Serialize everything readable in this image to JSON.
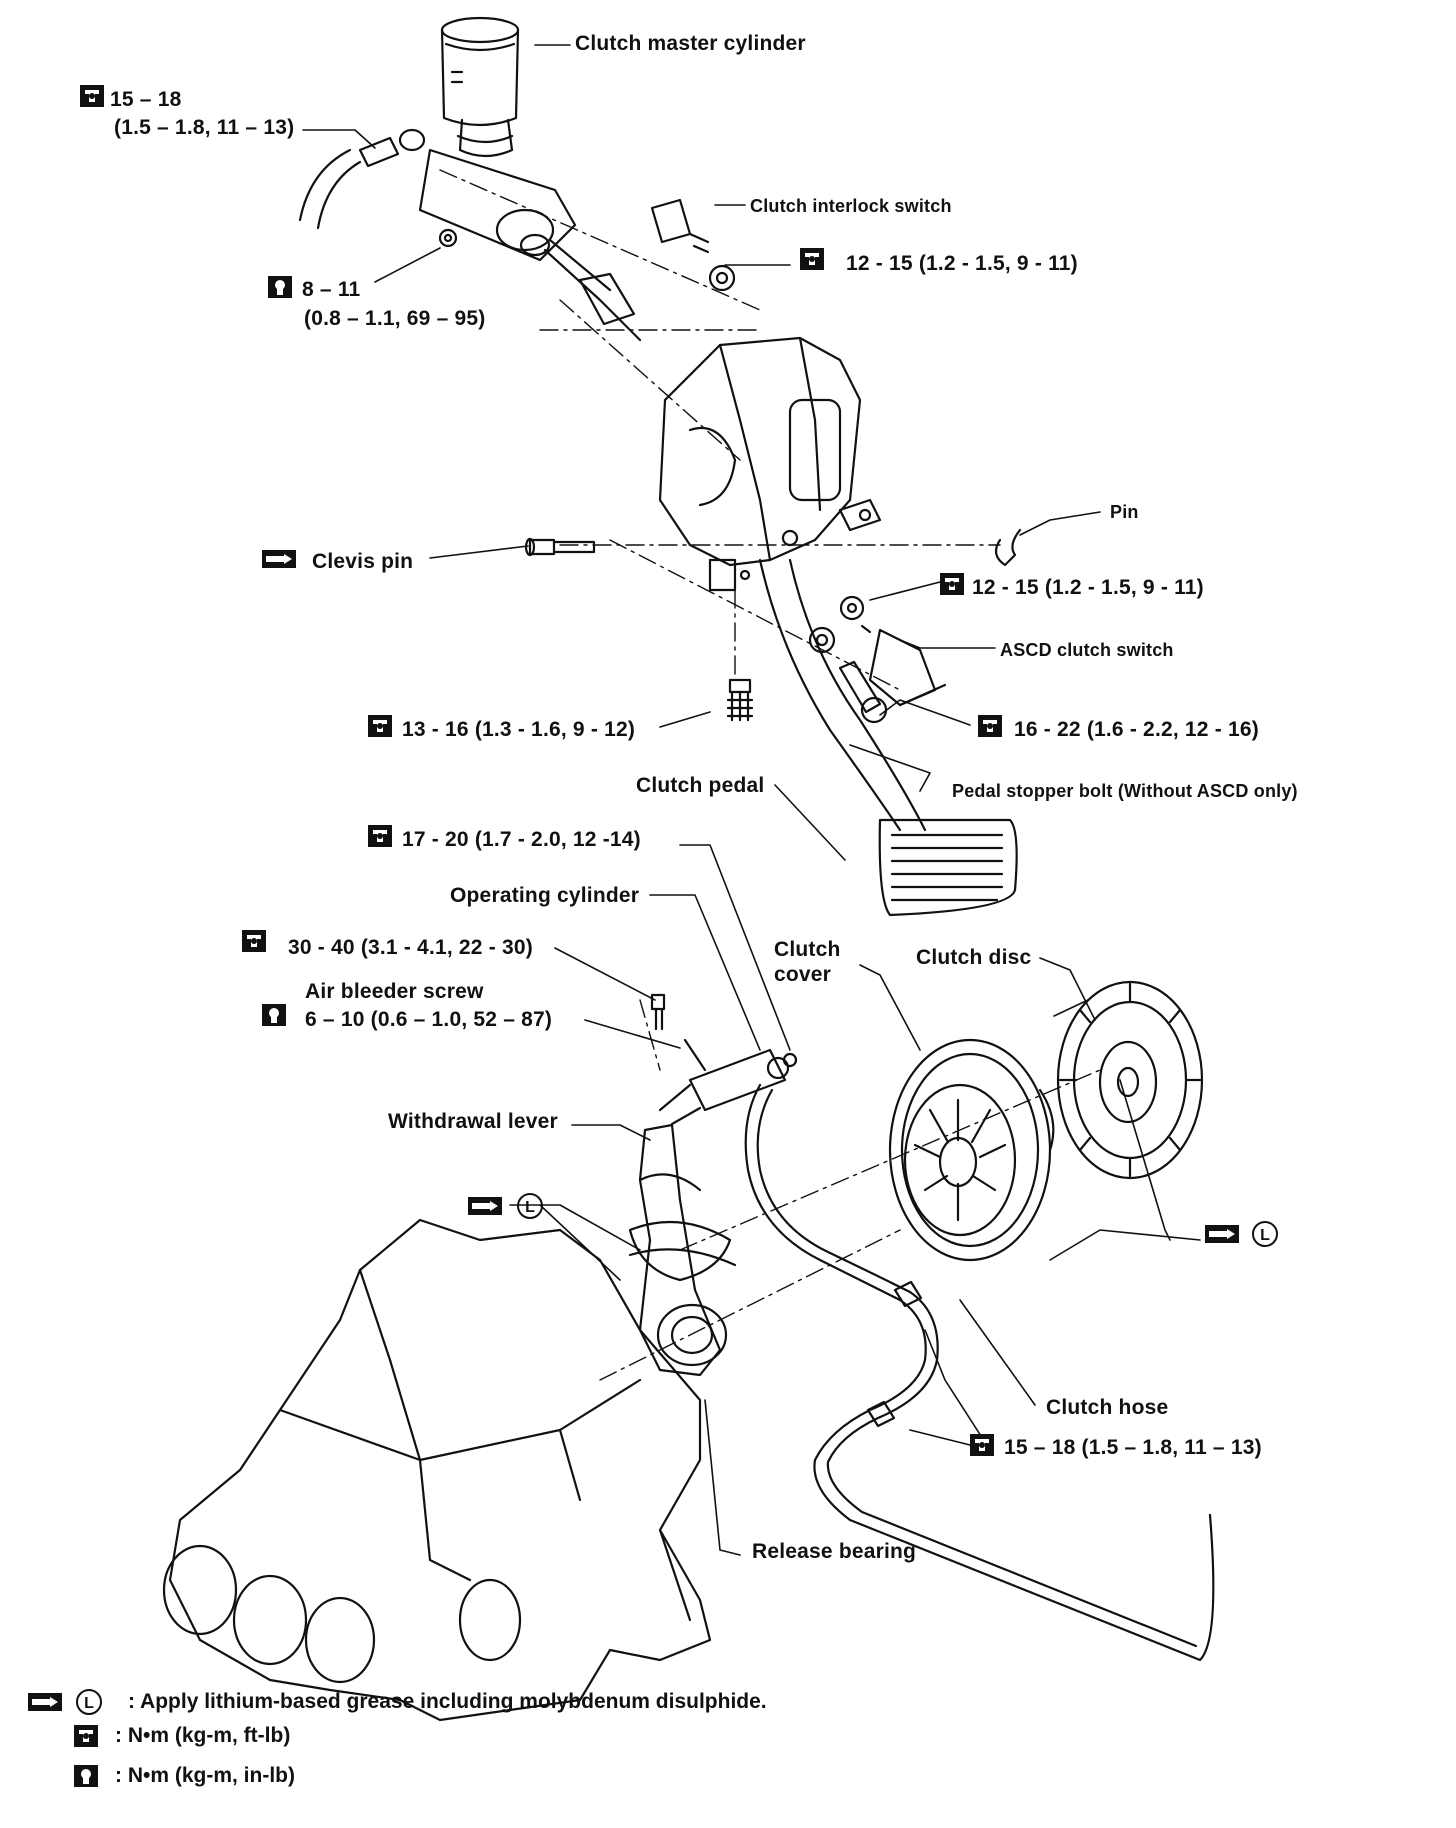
{
  "labels": {
    "master_cylinder": "Clutch master cylinder",
    "torque_top_left_1": "15 – 18",
    "torque_top_left_2": "(1.5 – 1.8, 11 – 13)",
    "interlock_switch": "Clutch interlock switch",
    "interlock_torque": "12 - 15 (1.2 - 1.5, 9 - 11)",
    "nut_torque_1": "8 – 11",
    "nut_torque_2": "(0.8 – 1.1, 69 – 95)",
    "pin": "Pin",
    "clevis_pin": "Clevis pin",
    "pedal_nut_torque": "12 - 15 (1.2 - 1.5, 9 - 11)",
    "ascd_switch": "ASCD clutch switch",
    "bracket_bolt_torque": "13 - 16 (1.3 - 1.6, 9 - 12)",
    "ascd_torque": "16 - 22 (1.6 - 2.2, 12 - 16)",
    "clutch_pedal": "Clutch pedal",
    "pedal_stopper": "Pedal stopper bolt (Without ASCD only)",
    "line_torque": "17 - 20 (1.7 - 2.0, 12 -14)",
    "operating_cylinder": "Operating cylinder",
    "cyl_bolt_torque": "30 - 40 (3.1 - 4.1, 22 - 30)",
    "air_bleeder": "Air bleeder screw",
    "bleeder_torque": "6 – 10 (0.6 – 1.0, 52 – 87)",
    "clutch_cover_1": "Clutch",
    "clutch_cover_2": "cover",
    "clutch_disc": "Clutch disc",
    "withdrawal_lever": "Withdrawal lever",
    "clutch_hose": "Clutch hose",
    "hose_torque": "15 – 18 (1.5 – 1.8, 11 – 13)",
    "release_bearing": "Release bearing"
  },
  "legend": {
    "grease": ": Apply lithium-based grease including molybdenum disulphide.",
    "torque_ftlb": ": N•m (kg-m, ft-lb)",
    "torque_inlb": ": N•m (kg-m, in-lb)"
  },
  "grease_mark": "L"
}
